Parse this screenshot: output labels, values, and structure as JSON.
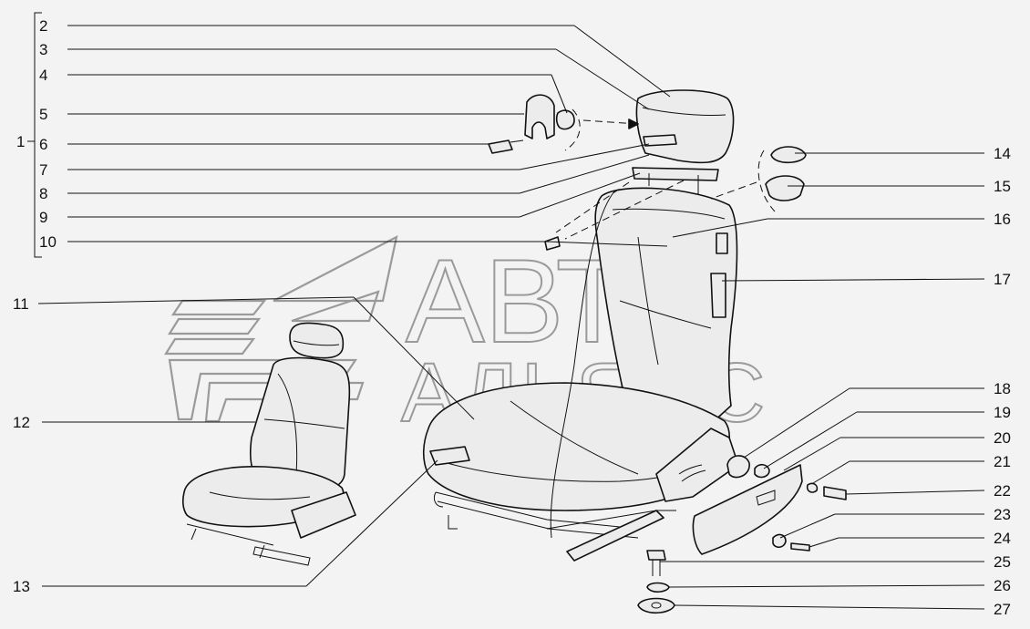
{
  "watermark": {
    "line1": "АВТО",
    "line2": "АЛЬЯНС"
  },
  "callouts": [
    {
      "id": "1",
      "label": "1"
    },
    {
      "id": "2",
      "label": "2"
    },
    {
      "id": "3",
      "label": "3"
    },
    {
      "id": "4",
      "label": "4"
    },
    {
      "id": "5",
      "label": "5"
    },
    {
      "id": "6",
      "label": "6"
    },
    {
      "id": "7",
      "label": "7"
    },
    {
      "id": "8",
      "label": "8"
    },
    {
      "id": "9",
      "label": "9"
    },
    {
      "id": "10",
      "label": "10"
    },
    {
      "id": "11",
      "label": "11"
    },
    {
      "id": "12",
      "label": "12"
    },
    {
      "id": "13",
      "label": "13"
    },
    {
      "id": "14",
      "label": "14"
    },
    {
      "id": "15",
      "label": "15"
    },
    {
      "id": "16",
      "label": "16"
    },
    {
      "id": "17",
      "label": "17"
    },
    {
      "id": "18",
      "label": "18"
    },
    {
      "id": "19",
      "label": "19"
    },
    {
      "id": "20",
      "label": "20"
    },
    {
      "id": "21",
      "label": "21"
    },
    {
      "id": "22",
      "label": "22"
    },
    {
      "id": "23",
      "label": "23"
    },
    {
      "id": "24",
      "label": "24"
    },
    {
      "id": "25",
      "label": "25"
    },
    {
      "id": "26",
      "label": "26"
    },
    {
      "id": "27",
      "label": "27"
    }
  ]
}
